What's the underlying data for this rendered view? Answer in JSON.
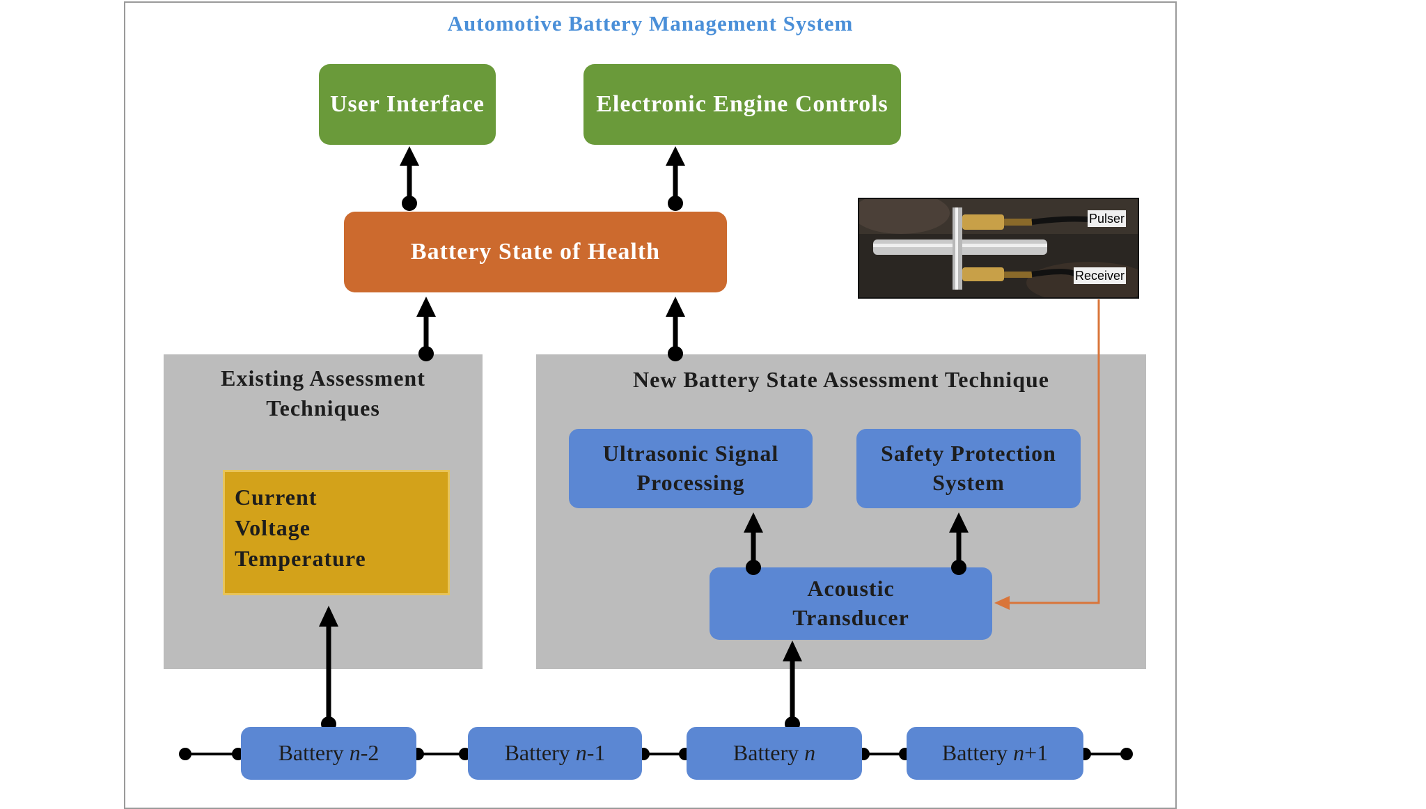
{
  "title": "Automotive Battery Management System",
  "top_outputs": {
    "user_interface": "User Interface",
    "engine_controls": "Electronic Engine Controls"
  },
  "soh": "Battery State of Health",
  "existing": {
    "heading_line1": "Existing Assessment",
    "heading_line2": "Techniques",
    "measures": [
      "Current",
      "Voltage",
      "Temperature"
    ]
  },
  "new_technique": {
    "heading": "New Battery State Assessment Technique",
    "ultrasonic_line1": "Ultrasonic Signal",
    "ultrasonic_line2": "Processing",
    "safety_line1": "Safety Protection",
    "safety_line2": "System",
    "acoustic_line1": "Acoustic",
    "acoustic_line2": "Transducer"
  },
  "photo_labels": {
    "pulser": "Pulser",
    "receiver": "Receiver"
  },
  "batteries": [
    {
      "prefix": "Battery ",
      "index": "n",
      "suffix": "-2"
    },
    {
      "prefix": "Battery ",
      "index": "n",
      "suffix": "-1"
    },
    {
      "prefix": "Battery ",
      "index": "n",
      "suffix": ""
    },
    {
      "prefix": "Battery ",
      "index": "n",
      "suffix": "+1"
    }
  ],
  "colors": {
    "green": "#6a9a3a",
    "orange": "#cc6a2e",
    "blue": "#5b87d3",
    "gray_panel": "#bcbcbc",
    "gold": "#d3a21a",
    "title": "#4a8fd8",
    "connector": "#d9753a"
  }
}
